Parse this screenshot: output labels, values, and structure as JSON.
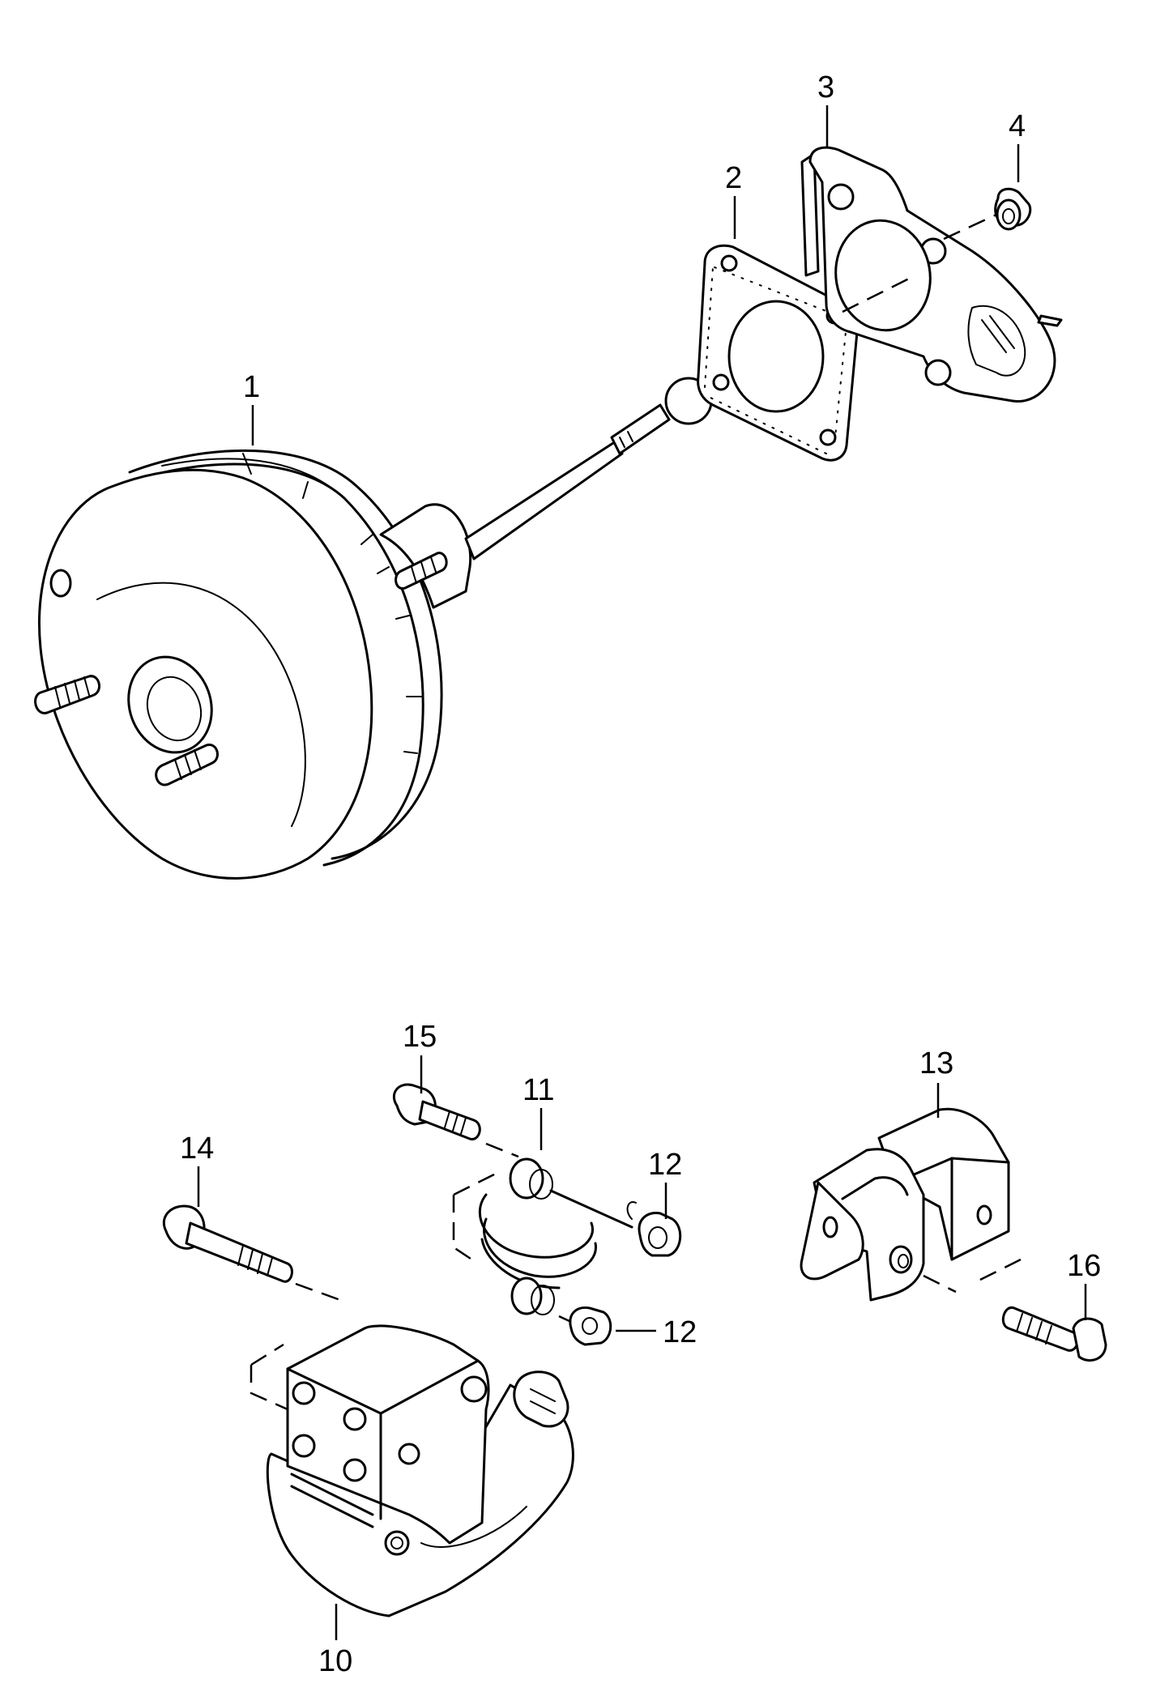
{
  "diagram": {
    "callouts": {
      "c1": "1",
      "c2": "2",
      "c3": "3",
      "c4": "4",
      "c10": "10",
      "c11": "11",
      "c12a": "12",
      "c12b": "12",
      "c13": "13",
      "c14": "14",
      "c15": "15",
      "c16": "16"
    }
  }
}
